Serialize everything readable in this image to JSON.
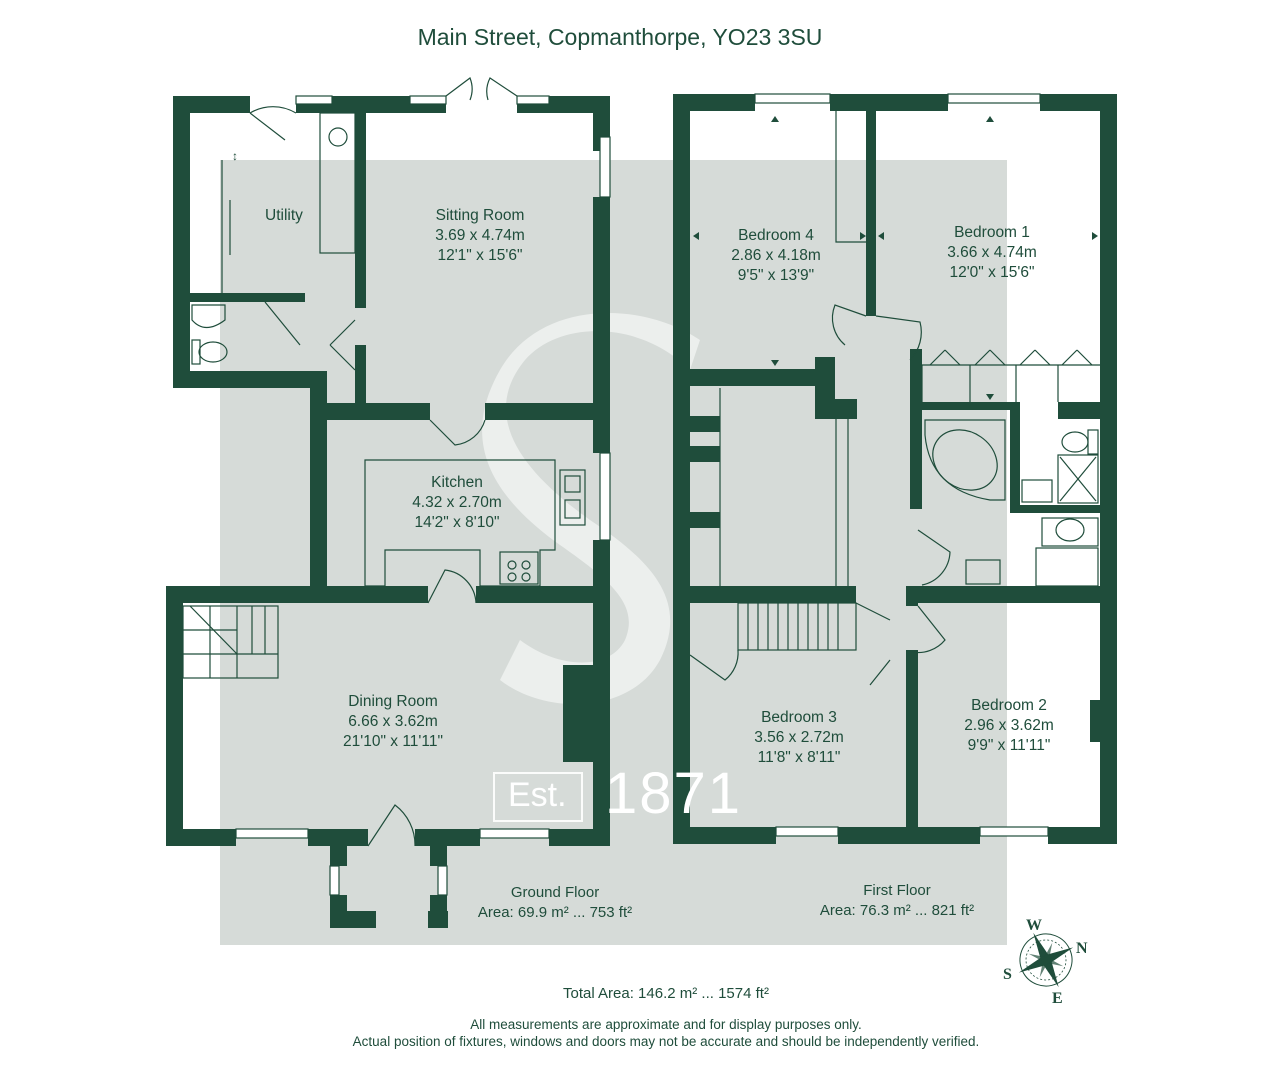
{
  "title": "Main Street, Copmanthorpe, YO23 3SU",
  "rooms": {
    "utility": {
      "name": "Utility"
    },
    "sitting": {
      "name": "Sitting Room",
      "metric": "3.69 x 4.74m",
      "imperial": "12'1\" x 15'6\""
    },
    "kitchen": {
      "name": "Kitchen",
      "metric": "4.32 x 2.70m",
      "imperial": "14'2\" x 8'10\""
    },
    "dining": {
      "name": "Dining Room",
      "metric": "6.66 x 3.62m",
      "imperial": "21'10\" x 11'11\""
    },
    "bedroom4": {
      "name": "Bedroom 4",
      "metric": "2.86 x 4.18m",
      "imperial": "9'5\" x 13'9\""
    },
    "bedroom1": {
      "name": "Bedroom 1",
      "metric": "3.66 x 4.74m",
      "imperial": "12'0\" x 15'6\""
    },
    "bedroom3": {
      "name": "Bedroom 3",
      "metric": "3.56 x 2.72m",
      "imperial": "11'8\" x 8'11\""
    },
    "bedroom2": {
      "name": "Bedroom 2",
      "metric": "2.96 x 3.62m",
      "imperial": "9'9\" x 11'11\""
    }
  },
  "floors": {
    "ground": {
      "name": "Ground Floor",
      "area": "Area: 69.9 m² ... 753 ft²"
    },
    "first": {
      "name": "First Floor",
      "area": "Area: 76.3 m² ... 821 ft²"
    }
  },
  "total_area": "Total Area: 146.2 m² ... 1574 ft²",
  "disclaimer": {
    "line1": "All measurements are approximate and for display purposes only.",
    "line2": "Actual position of fixtures, windows and doors may not be accurate and should be independently verified."
  },
  "watermark": {
    "est": "Est.",
    "year": "1871"
  },
  "compass": {
    "n": "N",
    "s": "S",
    "e": "E",
    "w": "W"
  },
  "colors": {
    "wall": "#1f4d3b",
    "watermark_bg": "#d6dbd8",
    "text": "#1f4d3b"
  },
  "icons": [
    "compass-icon",
    "sink-icon",
    "toilet-icon",
    "bath-icon",
    "hob-icon",
    "shower-icon",
    "door-icon",
    "window-icon",
    "stairs-icon"
  ]
}
